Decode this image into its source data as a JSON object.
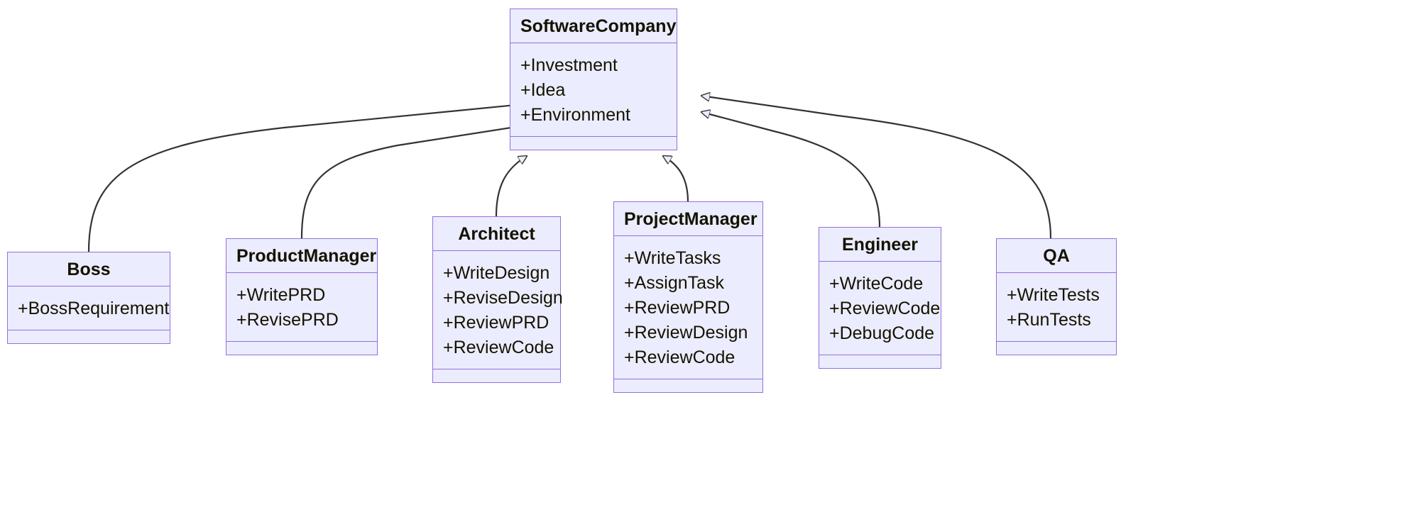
{
  "diagram": {
    "type": "uml-class-diagram",
    "title": "",
    "colors": {
      "node_fill": "#ECECFF",
      "node_border": "#9370DB",
      "text": "#131300",
      "edge": "#333333",
      "background": "#FFFFFF"
    },
    "classes": [
      {
        "id": "software-company",
        "name": "SoftwareCompany",
        "attributes": [
          "+Investment",
          "+Idea",
          "+Environment"
        ],
        "methods": []
      },
      {
        "id": "boss",
        "name": "Boss",
        "attributes": [
          "+BossRequirement"
        ],
        "methods": []
      },
      {
        "id": "product-manager",
        "name": "ProductManager",
        "attributes": [
          "+WritePRD",
          "+RevisePRD"
        ],
        "methods": []
      },
      {
        "id": "architect",
        "name": "Architect",
        "attributes": [
          "+WriteDesign",
          "+ReviseDesign",
          "+ReviewPRD",
          "+ReviewCode"
        ],
        "methods": []
      },
      {
        "id": "project-manager",
        "name": "ProjectManager",
        "attributes": [
          "+WriteTasks",
          "+AssignTask",
          "+ReviewPRD",
          "+ReviewDesign",
          "+ReviewCode"
        ],
        "methods": []
      },
      {
        "id": "engineer",
        "name": "Engineer",
        "attributes": [
          "+WriteCode",
          "+ReviewCode",
          "+DebugCode"
        ],
        "methods": []
      },
      {
        "id": "qa",
        "name": "QA",
        "attributes": [
          "+WriteTests",
          "+RunTests"
        ],
        "methods": []
      }
    ],
    "relationships": [
      {
        "from": "boss",
        "to": "software-company",
        "kind": "generalization",
        "label": ""
      },
      {
        "from": "product-manager",
        "to": "software-company",
        "kind": "generalization",
        "label": ""
      },
      {
        "from": "architect",
        "to": "software-company",
        "kind": "generalization",
        "label": ""
      },
      {
        "from": "project-manager",
        "to": "software-company",
        "kind": "generalization",
        "label": ""
      },
      {
        "from": "engineer",
        "to": "software-company",
        "kind": "generalization",
        "label": ""
      },
      {
        "from": "qa",
        "to": "software-company",
        "kind": "generalization",
        "label": ""
      }
    ]
  }
}
